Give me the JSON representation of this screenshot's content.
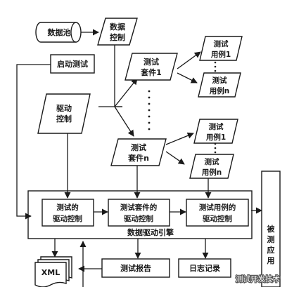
{
  "nodes": {
    "data_pool": "数据池",
    "data_control": [
      "数据",
      "控制"
    ],
    "start_test": "启动测试",
    "driver_control": [
      "驱动",
      "控制"
    ],
    "suite_1": [
      "测试",
      "套件1"
    ],
    "suite_n": [
      "测试",
      "套件n"
    ],
    "case_1a": [
      "测试",
      "用例1"
    ],
    "case_na": [
      "测试",
      "用例n"
    ],
    "case_1b": [
      "测试",
      "用例1"
    ],
    "case_nb": [
      "测试",
      "用例n"
    ],
    "test_driver_control": [
      "测试的",
      "驱动控制"
    ],
    "suite_driver_control": [
      "测试套件的",
      "驱动控制"
    ],
    "case_driver_control": [
      "测试用例的",
      "驱动控制"
    ],
    "engine_label": "数据驱动引擎",
    "system_under_test": [
      "被",
      "测",
      "应",
      "用"
    ],
    "xml": "XML",
    "test_report": "测试报告",
    "log_record": "日志记录"
  },
  "watermark": "测试开发技术"
}
